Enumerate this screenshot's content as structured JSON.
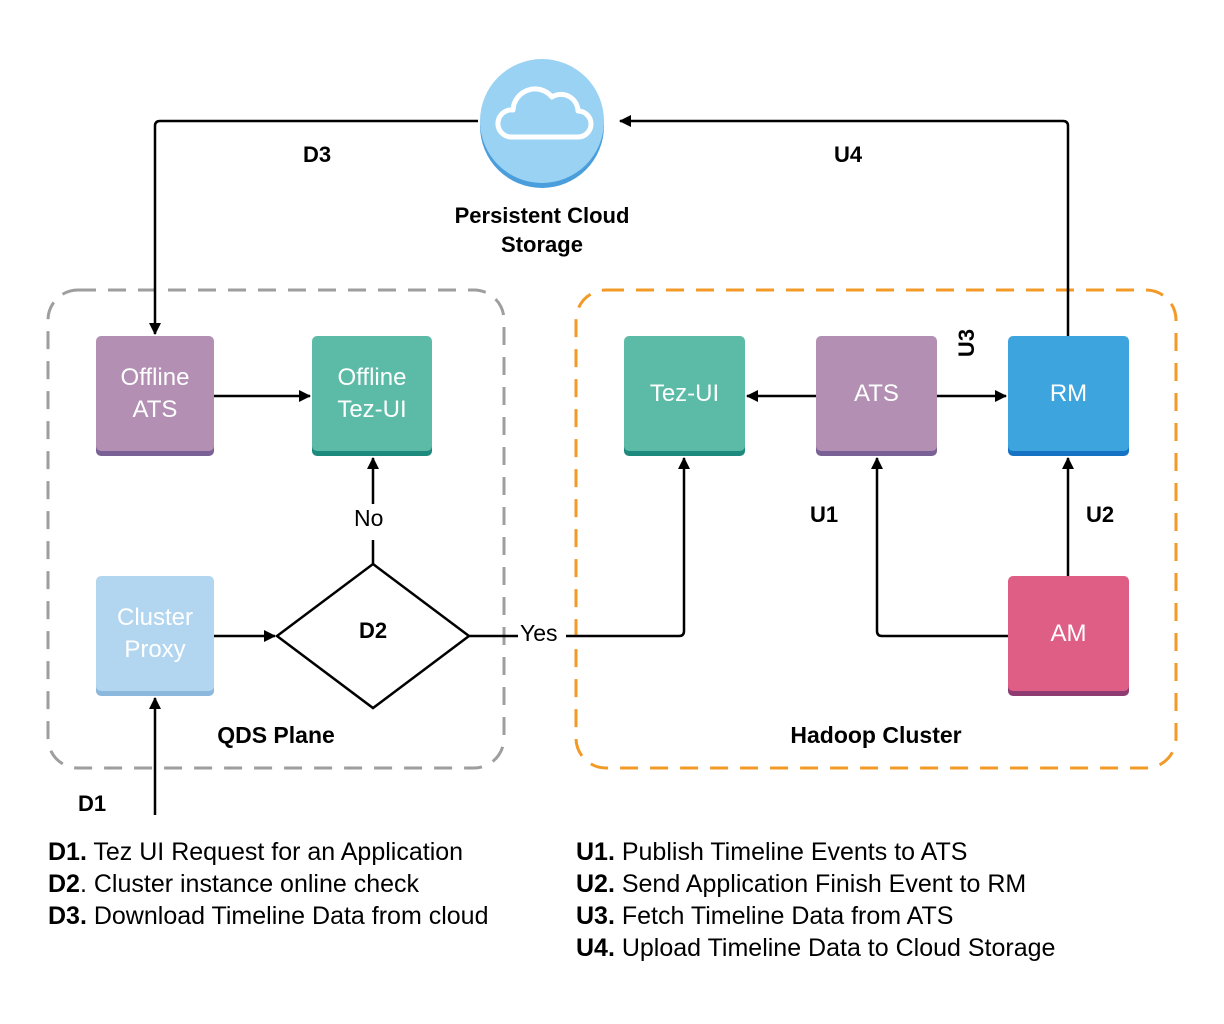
{
  "cloud": {
    "label": "Persistent Cloud\nStorage"
  },
  "groups": {
    "qds": "QDS Plane",
    "hadoop": "Hadoop Cluster"
  },
  "nodes": {
    "offline_ats": "Offline\nATS",
    "offline_tezui": "Offline\nTez-UI",
    "cluster_proxy": "Cluster\nProxy",
    "decision": "D2",
    "tezui": "Tez-UI",
    "ats": "ATS",
    "rm": "RM",
    "am": "AM"
  },
  "edge_labels": {
    "d1": "D1",
    "d3": "D3",
    "u1": "U1",
    "u2": "U2",
    "u3": "U3",
    "u4": "U4",
    "no": "No",
    "yes": "Yes"
  },
  "legend": {
    "left": [
      {
        "key": "D1.",
        "text": " Tez UI Request for an Application"
      },
      {
        "key": "D2",
        "text": ". Cluster instance online check"
      },
      {
        "key": "D3.",
        "text": " Download Timeline Data from cloud"
      }
    ],
    "right": [
      {
        "key": "U1.",
        "text": " Publish Timeline Events to ATS"
      },
      {
        "key": "U2.",
        "text": " Send Application Finish Event to RM"
      },
      {
        "key": "U3.",
        "text": " Fetch Timeline Data from ATS"
      },
      {
        "key": "U4.",
        "text": " Upload Timeline Data to Cloud Storage"
      }
    ]
  },
  "colors": {
    "purple": "#B28FB3",
    "purple_shadow": "#7A6195",
    "teal": "#5BBBA6",
    "teal_shadow": "#1E8A7E",
    "light_blue": "#B3D6F0",
    "light_blue_shadow": "#8DB8DE",
    "blue": "#3DA4DE",
    "blue_shadow": "#1673C4",
    "pink": "#DF5E86",
    "pink_shadow": "#8E3B72",
    "cloud": "#9AD2F4",
    "cloud_shadow": "#4A9EDC",
    "qds_border": "#9E9E9E",
    "hadoop_border": "#F29A25"
  }
}
